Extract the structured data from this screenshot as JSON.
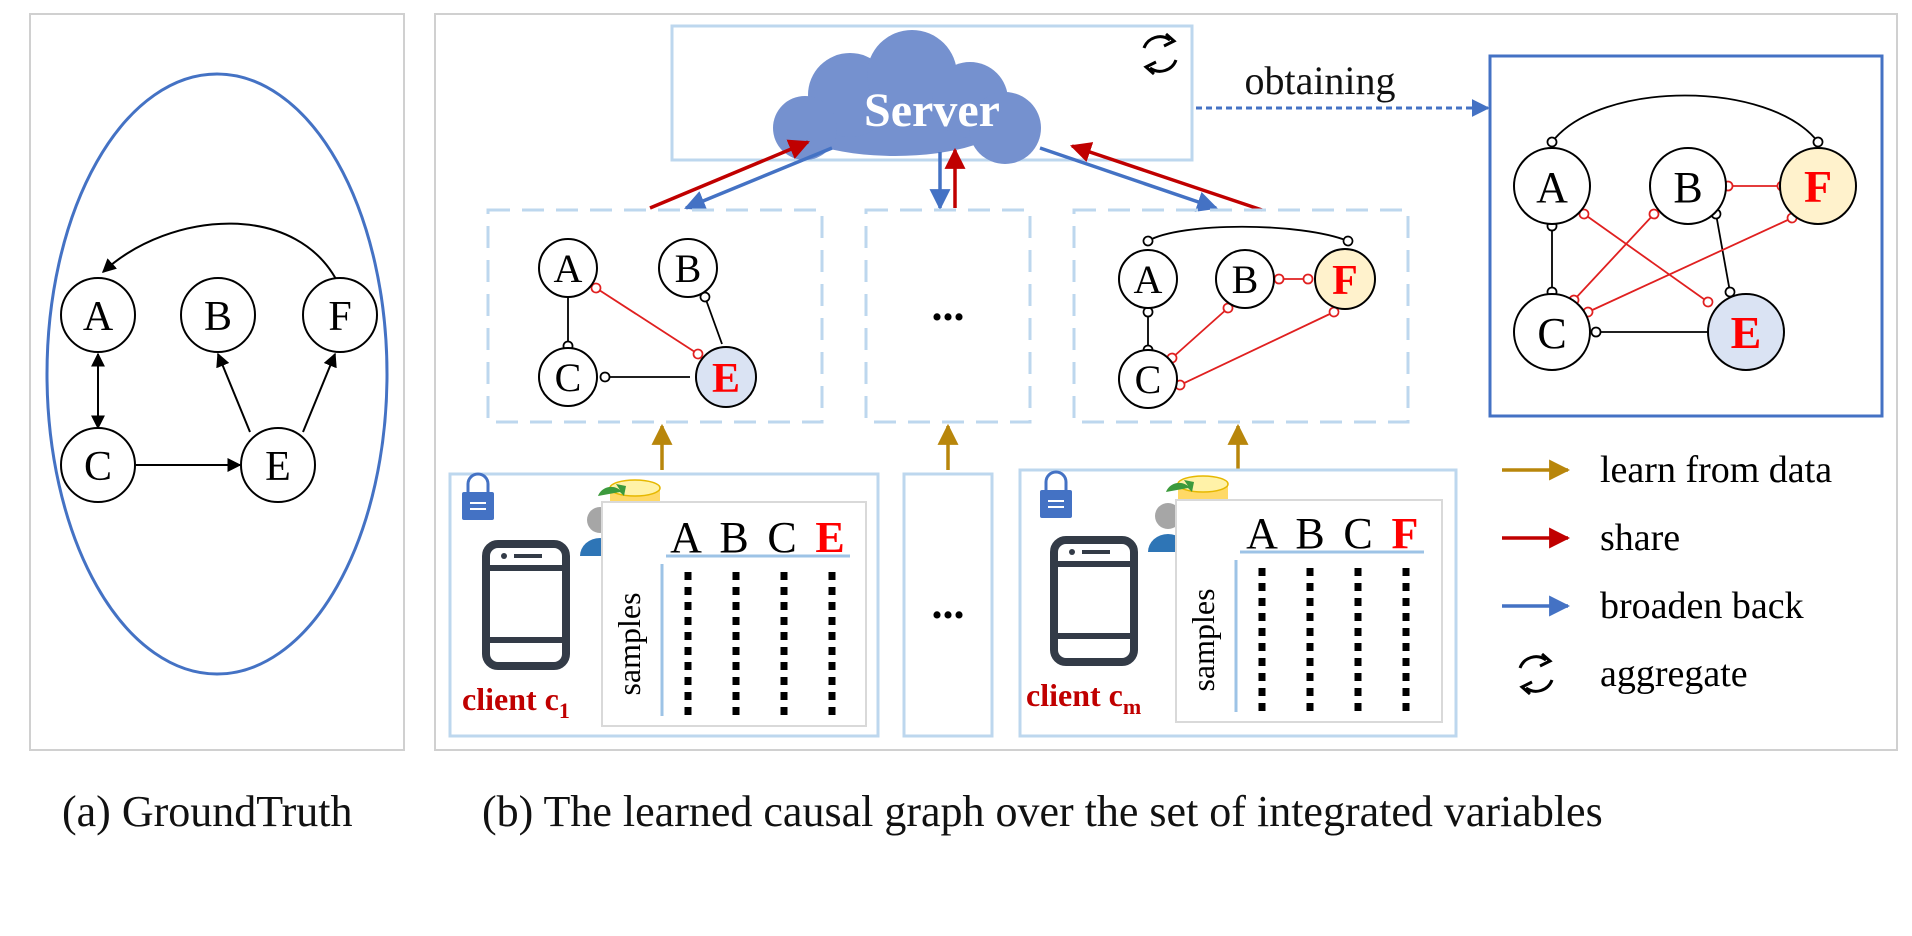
{
  "panel_a": {
    "caption": "(a) GroundTruth",
    "nodes": [
      "A",
      "B",
      "F",
      "C",
      "E"
    ]
  },
  "panel_b": {
    "caption": "(b) The learned causal graph over the set of integrated variables",
    "server_label": "Server",
    "obtaining_label": "obtaining",
    "ellipsis": "...",
    "client1": {
      "nodes": [
        "A",
        "B",
        "C",
        "E"
      ],
      "columns": [
        "A",
        "B",
        "C",
        "E"
      ],
      "samples_label": "samples",
      "label": "client c",
      "label_sub": "1"
    },
    "clientm": {
      "nodes": [
        "A",
        "B",
        "F",
        "C"
      ],
      "columns": [
        "A",
        "B",
        "C",
        "F"
      ],
      "samples_label": "samples",
      "label": "client c",
      "label_sub": "m"
    },
    "result_nodes": [
      "A",
      "B",
      "F",
      "C",
      "E"
    ]
  },
  "legend": [
    {
      "label": "learn from data",
      "icon": "gold-arrow-icon",
      "color": "#b8860b"
    },
    {
      "label": "share",
      "icon": "red-arrow-icon",
      "color": "#c00000"
    },
    {
      "label": "broaden back",
      "icon": "blue-arrow-icon",
      "color": "#4472c4"
    },
    {
      "label": "aggregate",
      "icon": "refresh-icon",
      "color": "#000000"
    }
  ],
  "colors": {
    "blue": "#4472c4",
    "light_blue": "#bdd7ee",
    "red": "#c00000",
    "bright_red": "#ff0000",
    "gold": "#b8860b",
    "cloud": "#7591cf",
    "node_e_fill": "#dae3f3",
    "node_f_fill": "#fff2cc"
  }
}
